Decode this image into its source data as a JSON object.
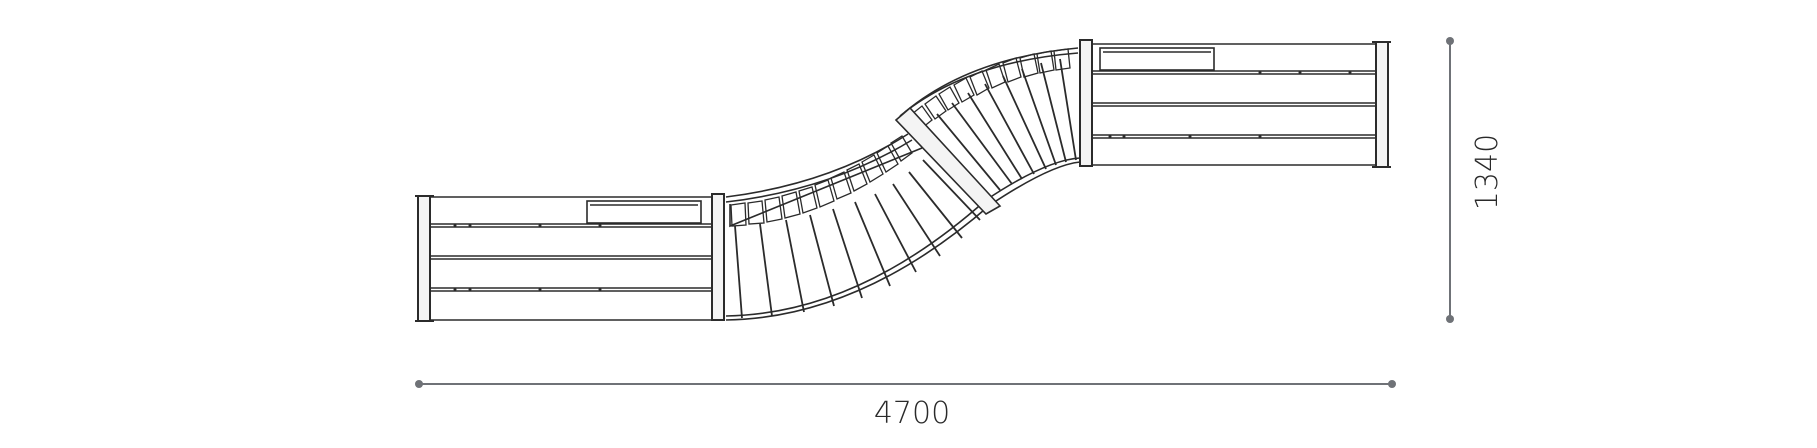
{
  "dimensions": {
    "width_label": "4700",
    "height_label": "1340"
  },
  "colors": {
    "outline": "#2b2b2b",
    "frame_fill": "#f4f4f4",
    "dimension": "#6f7277",
    "background": "#ffffff"
  },
  "icons": {
    "dimension_endpoint": "dot"
  }
}
